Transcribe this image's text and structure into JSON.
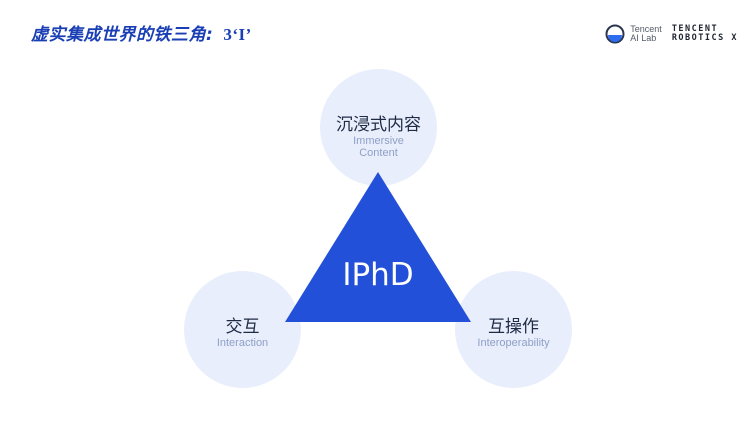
{
  "slide": {
    "title": "虚实集成世界的铁三角:",
    "title_suffix": "3‘I’"
  },
  "logos": {
    "ailab_line1": "Tencent",
    "ailab_line2": "AI Lab",
    "robotics_line1": "TENCENT",
    "robotics_line2": "ROBOTICS X"
  },
  "diagram": {
    "center": "IPhD",
    "nodes": {
      "top": {
        "zh": "沉浸式内容",
        "en_line1": "Immersive",
        "en_line2": "Content"
      },
      "left": {
        "zh": "交互",
        "en": "Interaction"
      },
      "right": {
        "zh": "互操作",
        "en": "Interoperability"
      }
    }
  },
  "colors": {
    "accent": "#1a3fb5",
    "triangle": "#2350d8",
    "circle": "#e8eefb",
    "label_en": "#8f9fc7"
  }
}
